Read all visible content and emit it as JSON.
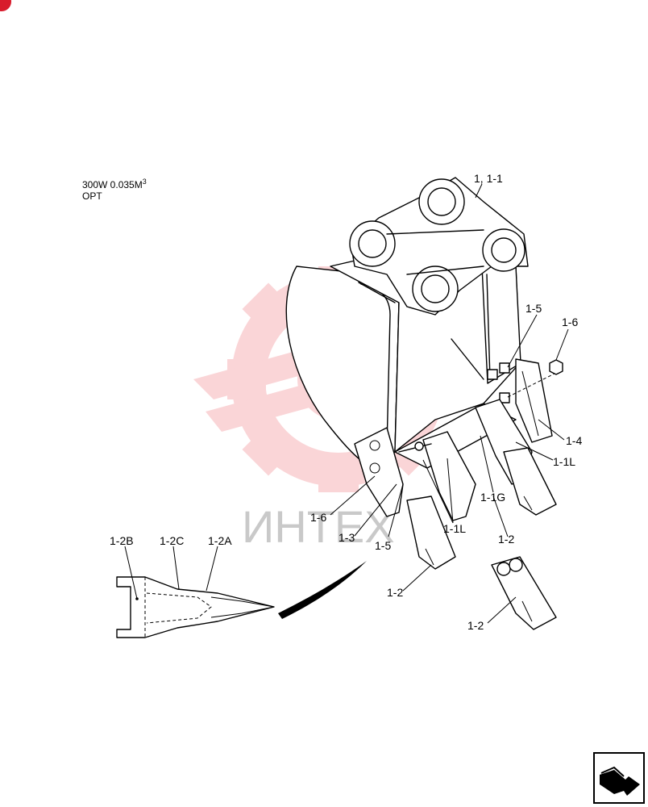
{
  "spec": {
    "line1": "300W  0.035M",
    "superscript": "3",
    "line2": "OPT"
  },
  "watermark": {
    "text": "ИНТЕХ",
    "color": "#f5a3a8"
  },
  "accent_color": "#d81b2c",
  "callouts": {
    "c1": "1, 1-1",
    "c2": "1-5",
    "c3": "1-6",
    "c4": "1-4",
    "c5": "1-1L",
    "c6": "1-1G",
    "c7": "1-1L",
    "c8": "1-2",
    "c9": "1-6",
    "c10": "1-3",
    "c11": "1-5",
    "c12": "1-2",
    "c13": "1-2",
    "c14": "1-2B",
    "c15": "1-2C",
    "c16": "1-2A"
  },
  "nav_icon": "next-page-arrow-icon"
}
